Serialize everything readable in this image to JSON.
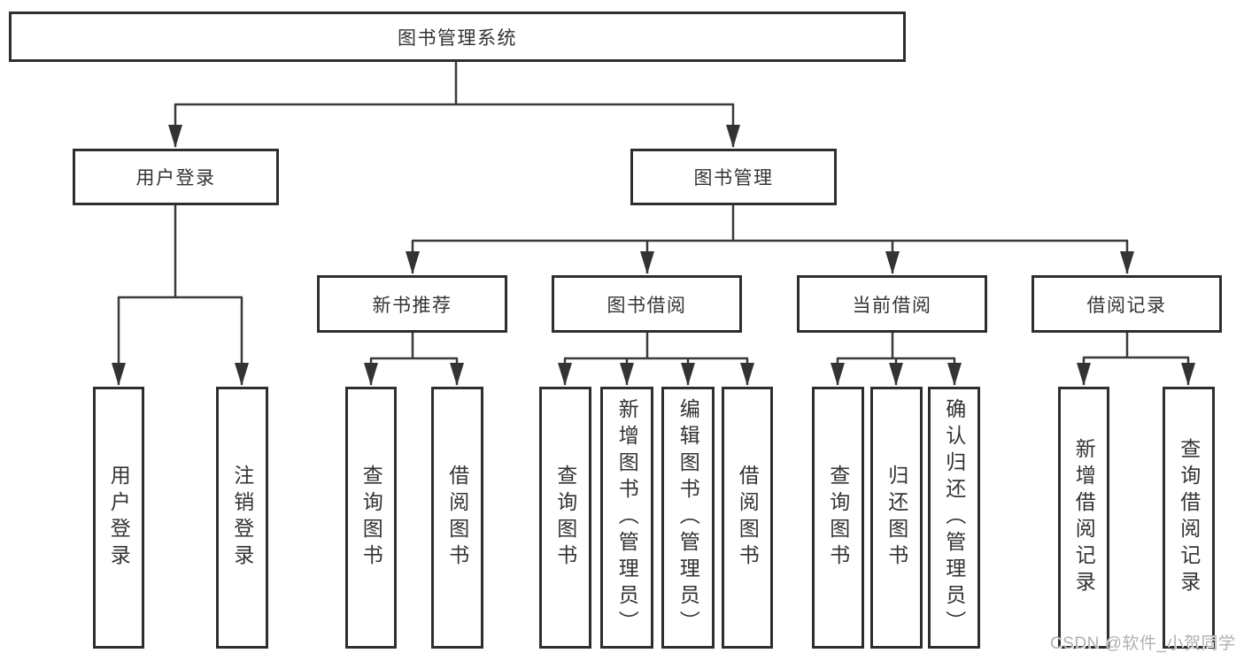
{
  "tree": {
    "root": "图书管理系统",
    "branches": [
      {
        "label": "用户登录",
        "children": [
          "用户登录",
          "注销登录"
        ]
      },
      {
        "label": "图书管理",
        "groups": [
          {
            "label": "新书推荐",
            "children": [
              "查询图书",
              "借阅图书"
            ]
          },
          {
            "label": "图书借阅",
            "children": [
              "查询图书",
              "新增图书（管理员）",
              "编辑图书（管理员）",
              "借阅图书"
            ]
          },
          {
            "label": "当前借阅",
            "children": [
              "查询图书",
              "归还图书",
              "确认归还（管理员）"
            ]
          },
          {
            "label": "借阅记录",
            "children": [
              "新增借阅记录",
              "查询借阅记录"
            ]
          }
        ]
      }
    ]
  },
  "watermark": "CSDN @软件_小贺同学",
  "colors": {
    "line": "#3a3a3a",
    "arrow": "#333333",
    "box_border": "#2e2e2e",
    "text": "#333333",
    "watermark": "#b0b0b0",
    "background": "#ffffff"
  }
}
